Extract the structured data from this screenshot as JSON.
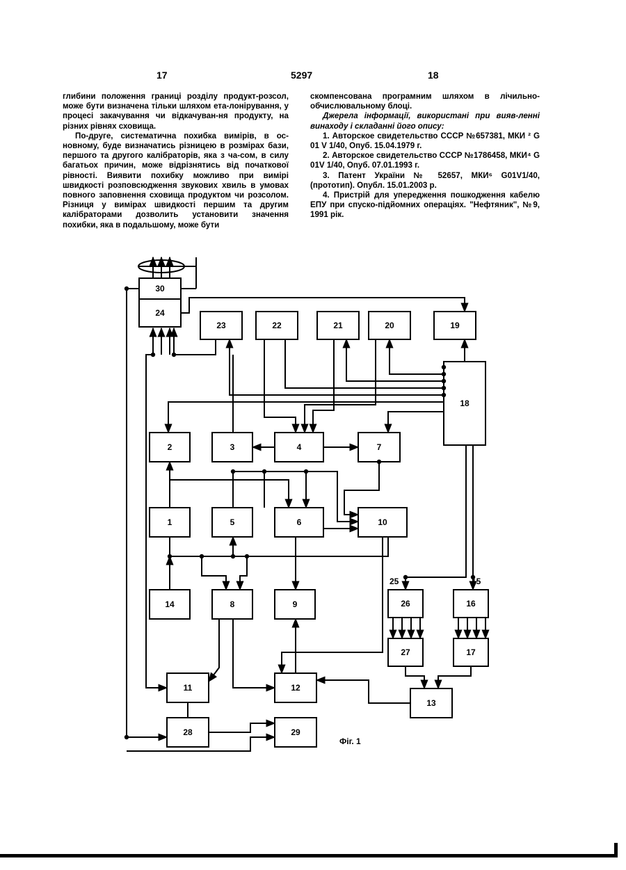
{
  "header": {
    "left_page": "17",
    "center": "5297",
    "right_page": "18"
  },
  "left_column": {
    "paragraphs": [
      "глибини положення границі розділу продукт-розсол, може бути визначена тільки шляхом ета-лонірування, у процесі закачування чи відкачуван-ня продукту, на різних рівнях сховища.",
      "По-друге, систематична похибка вимірів, в ос-новному, буде визначатись різницею в розмірах бази, першого та другого калібраторів, яка з ча-сом, в силу багатьох причин, може відрізнятись від початкової рівності. Виявити похибку можливо при вимірі швидкості розповсюдження звукових хвиль в умовах повного заповнення сховища продуктом чи розсолом. Різниця у вимірах швидкості першим та другим калібраторами дозволить установити значення похибки, яка в подальшому, може бути"
    ]
  },
  "right_column": {
    "paragraphs": [
      "скомпенсована програмним шляхом в лічильно-обчислювальному блоці.",
      "Джерела інформації, використані при вияв-ленні винаходу і складанні його опису:",
      "1. Авторское свидетельство СССР №657381, МКИ ² G 01 V 1/40, Опуб. 15.04.1979 г.",
      "2. Авторское свидетельство СССР №1786458, МКИ⁴ G 01V 1/40, Опуб. 07.01.1993 г.",
      "3. Патент України № 52657, МКИ⁶ G01V1/40, (прототип). Опубл. 15.01.2003 р.",
      "4. Пристрій для упередження пошкодження кабелю ЕПУ при спуско-підйомних операціях. \"Нефтяник\", №9, 1991 рік."
    ]
  },
  "figure": {
    "caption": "Фіг. 1",
    "blocks": [
      {
        "id": "30"
      },
      {
        "id": "24"
      },
      {
        "id": "23"
      },
      {
        "id": "22"
      },
      {
        "id": "21"
      },
      {
        "id": "20"
      },
      {
        "id": "19"
      },
      {
        "id": "18"
      },
      {
        "id": "2"
      },
      {
        "id": "3"
      },
      {
        "id": "4"
      },
      {
        "id": "7"
      },
      {
        "id": "1"
      },
      {
        "id": "5"
      },
      {
        "id": "6"
      },
      {
        "id": "10"
      },
      {
        "id": "14"
      },
      {
        "id": "8"
      },
      {
        "id": "9"
      },
      {
        "id": "26"
      },
      {
        "id": "16"
      },
      {
        "id": "27"
      },
      {
        "id": "17"
      },
      {
        "id": "11"
      },
      {
        "id": "12"
      },
      {
        "id": "13"
      },
      {
        "id": "28"
      },
      {
        "id": "29"
      }
    ],
    "bus_labels": [
      "25",
      "15"
    ]
  }
}
